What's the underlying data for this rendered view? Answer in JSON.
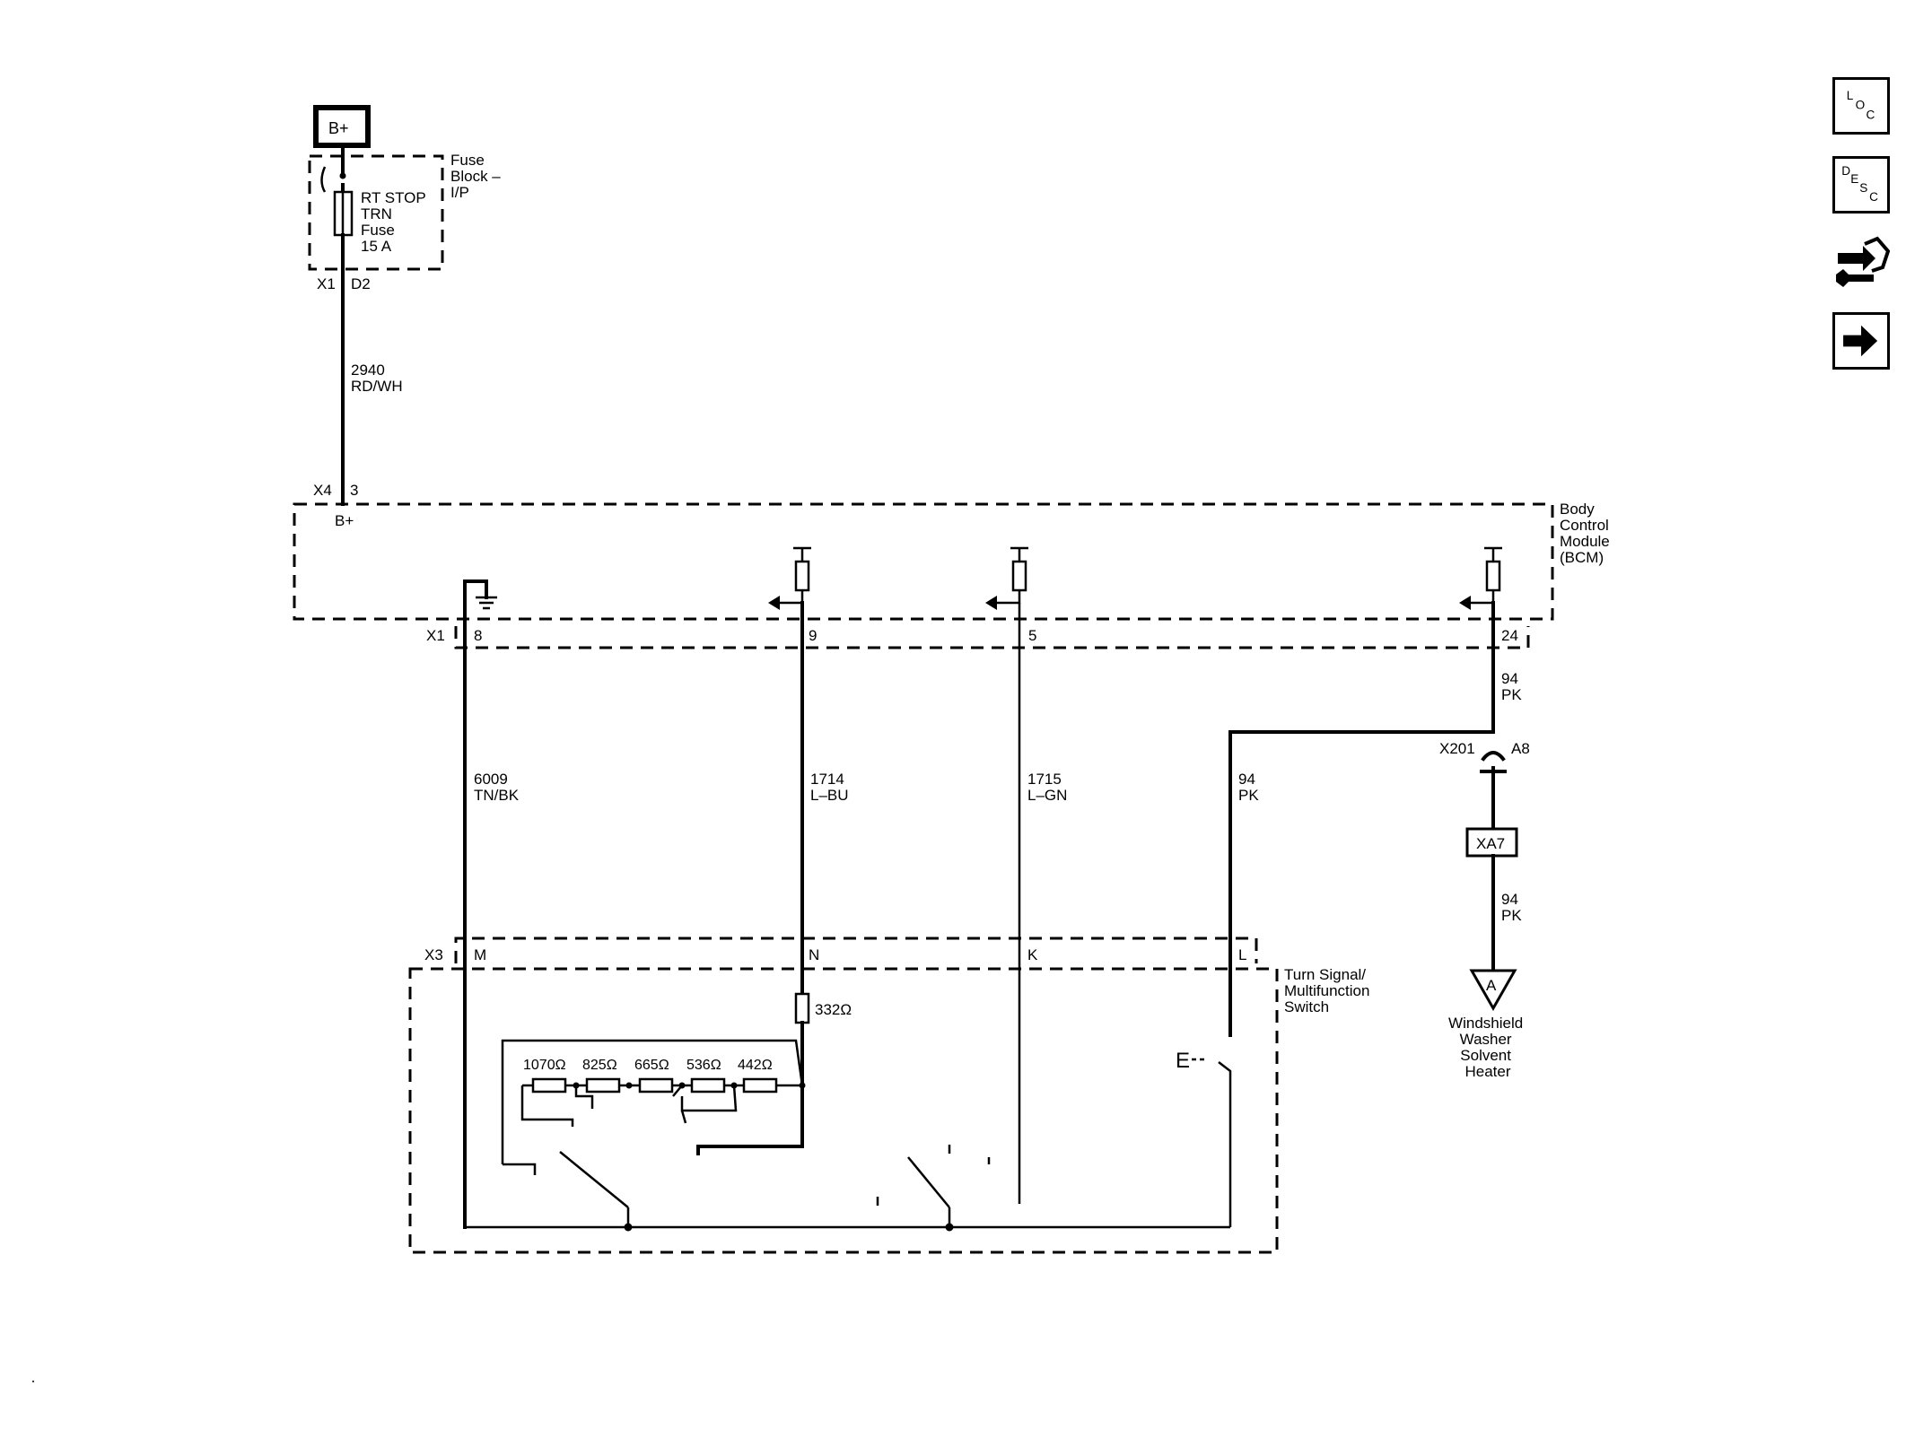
{
  "nav": {
    "loc": [
      "L",
      "O",
      "C"
    ],
    "desc": [
      "D",
      "E",
      "S",
      "C"
    ]
  },
  "battery": {
    "label": "B+"
  },
  "fuse_block": {
    "name": [
      "Fuse",
      "Block –",
      "I/P"
    ],
    "fuse": [
      "RT STOP",
      "TRN",
      "Fuse",
      "15 A"
    ],
    "connector": "X1",
    "pin": "D2"
  },
  "wire_b": {
    "circuit": "2940",
    "color": "RD/WH"
  },
  "bcm": {
    "name": [
      "Body",
      "Control",
      "Module",
      "(BCM)"
    ],
    "x4_connector": "X4",
    "x4_pin": "3",
    "b_plus": "B+",
    "x1_connector": "X1",
    "pins": [
      "8",
      "9",
      "5",
      "24"
    ]
  },
  "wires": [
    {
      "circuit": "6009",
      "color": "TN/BK"
    },
    {
      "circuit": "1714",
      "color": "L–BU"
    },
    {
      "circuit": "1715",
      "color": "L–GN"
    },
    {
      "circuit": "94",
      "color": "PK"
    }
  ],
  "wire_24": {
    "circuit": "94",
    "color": "PK"
  },
  "splice": {
    "connector": "X201",
    "pin": "A8",
    "inline": "XA7"
  },
  "wire_heater": {
    "circuit": "94",
    "color": "PK"
  },
  "heater": {
    "marker": "A",
    "name": [
      "Windshield",
      "Washer",
      "Solvent",
      "Heater"
    ]
  },
  "switch": {
    "connector": "X3",
    "pins": [
      "M",
      "N",
      "K",
      "L"
    ],
    "name": [
      "Turn Signal/",
      "Multifunction",
      "Switch"
    ],
    "series_resistor": "332Ω",
    "resistors": [
      "1070Ω",
      "825Ω",
      "665Ω",
      "536Ω",
      "442Ω"
    ],
    "ground_symbol": "E"
  }
}
